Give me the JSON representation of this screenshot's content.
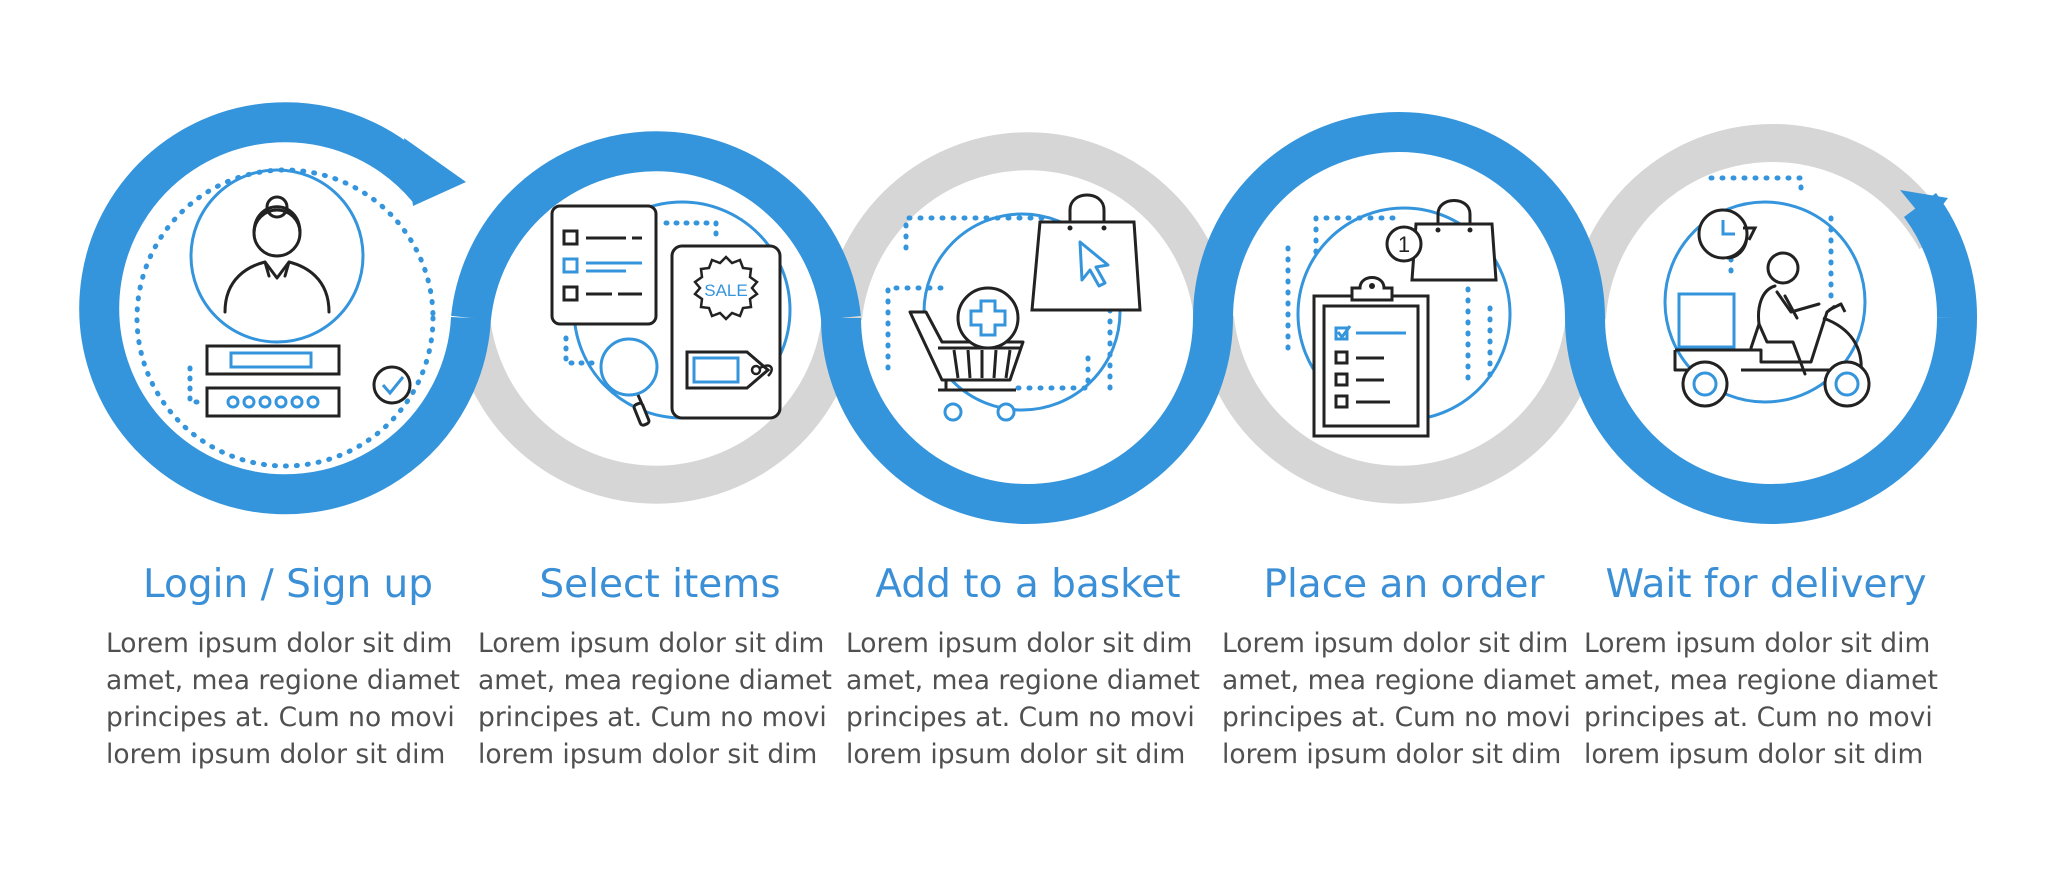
{
  "colors": {
    "accent": "#3595dc",
    "title": "#3a8fd6",
    "track": "#d6d6d6",
    "text": "#505050",
    "icon_line": "#222222"
  },
  "steps": [
    {
      "title": "Login / Sign up",
      "text": "Lorem ipsum dolor sit dim\namet, mea regione diamet\nprincipes at. Cum no movi\nlorem ipsum dolor sit dim",
      "icon": "user-login-icon"
    },
    {
      "title": "Select items",
      "text": "Lorem ipsum dolor sit dim\namet, mea regione diamet\nprincipes at. Cum no movi\nlorem ipsum dolor sit dim",
      "icon": "product-search-icon",
      "badge": "SALE"
    },
    {
      "title": "Add to a basket",
      "text": "Lorem ipsum dolor sit dim\namet, mea regione diamet\nprincipes at. Cum no movi\nlorem ipsum dolor sit dim",
      "icon": "add-to-cart-icon"
    },
    {
      "title": "Place an order",
      "text": "Lorem ipsum dolor sit dim\namet, mea regione diamet\nprincipes at. Cum no movi\nlorem ipsum dolor sit dim",
      "icon": "order-clipboard-icon",
      "badge": "1"
    },
    {
      "title": "Wait for delivery",
      "text": "Lorem ipsum dolor sit dim\namet, mea regione diamet\nprincipes at. Cum no movi\nlorem ipsum dolor sit dim",
      "icon": "scooter-delivery-icon"
    }
  ]
}
